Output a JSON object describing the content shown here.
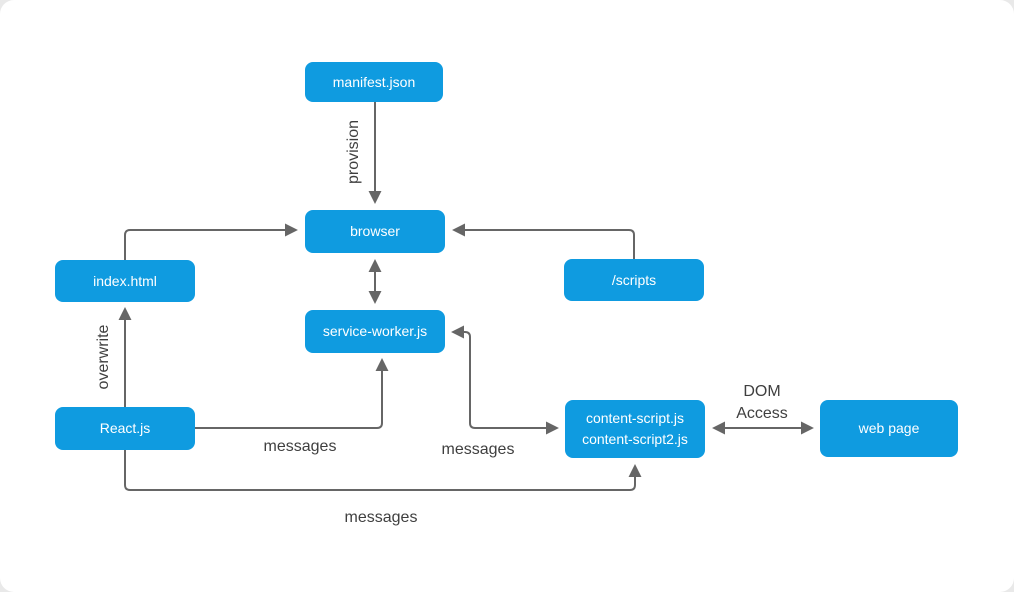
{
  "colors": {
    "canvas_bg": "#ffffff",
    "outer_bg": "#e9e9e9",
    "node_fill": "#0f9be0",
    "node_text": "#ffffff",
    "arrow": "#666666",
    "label_text": "#3f3f3f"
  },
  "diagram": {
    "type": "flowchart",
    "topic": "browser extension architecture",
    "nodes": {
      "manifest": {
        "label": "manifest.json"
      },
      "browser": {
        "label": "browser"
      },
      "index_html": {
        "label": "index.html"
      },
      "service_worker": {
        "label": "service-worker.js"
      },
      "scripts": {
        "label": "/scripts"
      },
      "react": {
        "label": "React.js"
      },
      "content_script": {
        "line1": "content-script.js",
        "line2": "content-script2.js"
      },
      "web_page": {
        "label": "web page"
      }
    },
    "edges": [
      {
        "from": "manifest.json",
        "to": "browser",
        "label": "provision",
        "arrows": "forward",
        "label_orientation": "vertical"
      },
      {
        "from": "index.html",
        "to": "browser",
        "label": "",
        "arrows": "forward"
      },
      {
        "from": "/scripts",
        "to": "browser",
        "label": "",
        "arrows": "forward"
      },
      {
        "from": "browser",
        "to": "service-worker.js",
        "label": "",
        "arrows": "both"
      },
      {
        "from": "React.js",
        "to": "index.html",
        "label": "overwrite",
        "arrows": "forward",
        "label_orientation": "vertical"
      },
      {
        "from": "React.js",
        "to": "service-worker.js",
        "label": "messages",
        "arrows": "forward"
      },
      {
        "from": "service-worker.js",
        "to": "content-script.js / content-script2.js",
        "label": "messages",
        "arrows": "both"
      },
      {
        "from": "React.js",
        "to": "content-script.js / content-script2.js",
        "label": "messages",
        "arrows": "forward"
      },
      {
        "from": "content-script.js / content-script2.js",
        "to": "web page",
        "label": "DOM Access",
        "arrows": "both",
        "label_lines": [
          "DOM",
          "Access"
        ]
      }
    ]
  }
}
